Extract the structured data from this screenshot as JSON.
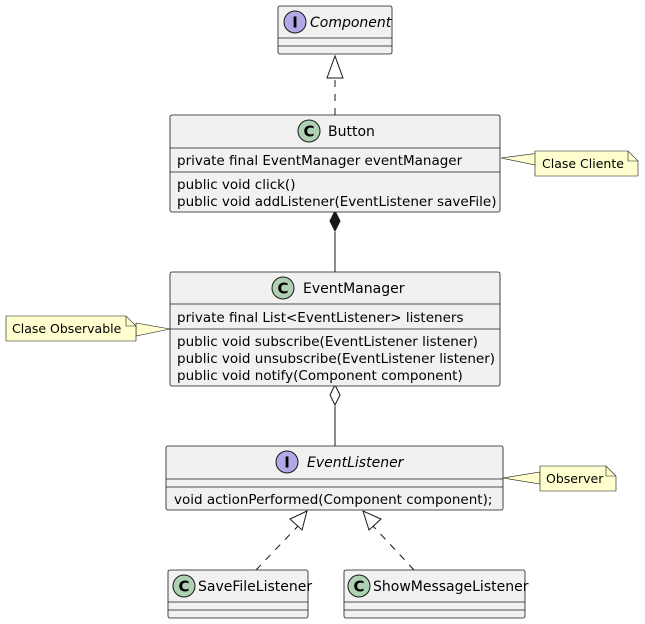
{
  "classes": {
    "component": {
      "name": "Component",
      "kind": "interface",
      "badge": "I"
    },
    "button": {
      "name": "Button",
      "kind": "class",
      "badge": "C",
      "fields": [
        "private final EventManager eventManager"
      ],
      "methods": [
        "public void click()",
        "public void addListener(EventListener saveFile)"
      ]
    },
    "event_manager": {
      "name": "EventManager",
      "kind": "class",
      "badge": "C",
      "fields": [
        "private final List<EventListener> listeners"
      ],
      "methods": [
        "public void subscribe(EventListener listener)",
        "public void unsubscribe(EventListener listener)",
        "public void notify(Component component)"
      ]
    },
    "event_listener": {
      "name": "EventListener",
      "kind": "interface",
      "badge": "I",
      "methods": [
        "void actionPerformed(Component component);"
      ]
    },
    "save_file_listener": {
      "name": "SaveFileListener",
      "kind": "class",
      "badge": "C"
    },
    "show_message_listener": {
      "name": "ShowMessageListener",
      "kind": "class",
      "badge": "C"
    }
  },
  "notes": {
    "button_note": "Clase Cliente",
    "event_manager_note": "Clase Observable",
    "event_listener_note": "Observer"
  },
  "relations": [
    {
      "from": "Button",
      "to": "Component",
      "type": "realization"
    },
    {
      "from": "Button",
      "to": "EventManager",
      "type": "composition"
    },
    {
      "from": "EventManager",
      "to": "EventListener",
      "type": "aggregation"
    },
    {
      "from": "SaveFileListener",
      "to": "EventListener",
      "type": "realization"
    },
    {
      "from": "ShowMessageListener",
      "to": "EventListener",
      "type": "realization"
    }
  ],
  "colors": {
    "class_badge": "#add1b2",
    "interface_badge": "#b4a7e5",
    "box_fill": "#f1f1f1",
    "note_fill": "#fefece"
  }
}
